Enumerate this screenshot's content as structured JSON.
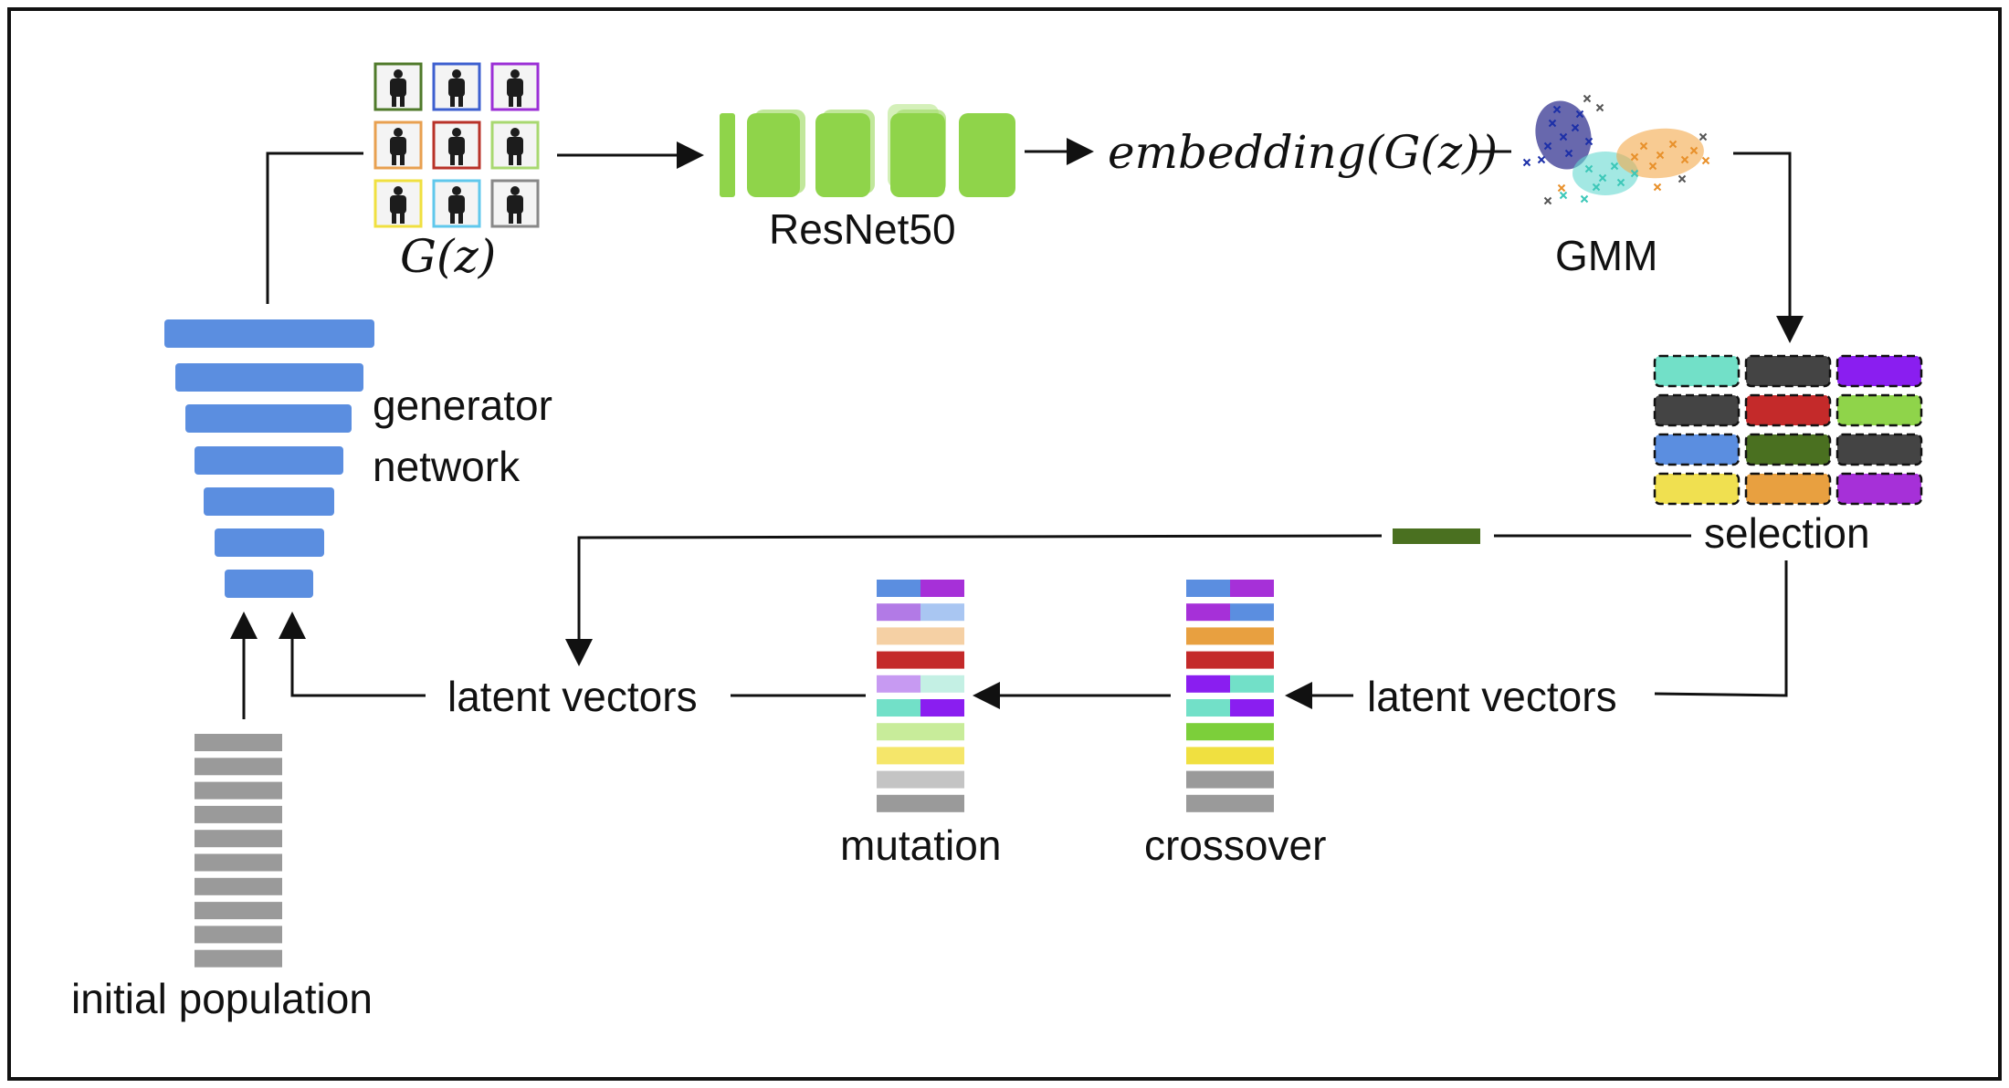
{
  "labels": {
    "g_of_z": "G(z)",
    "resnet": "ResNet50",
    "embedding_word": "embedding",
    "embedding_args": "(G(z))",
    "gmm": "GMM",
    "selection": "selection",
    "generator": "generator",
    "network": "network",
    "latent_left": "latent vectors",
    "latent_right": "latent vectors",
    "mutation": "mutation",
    "crossover": "crossover",
    "initial_population": "initial population"
  },
  "colors": {
    "generator_blue": "#5b8ee0",
    "resnet_green": "#8fd44a",
    "population_gray": "#9a9a9a",
    "selected_vector": "#4a7020",
    "gmm_dark": "#2e2e8e",
    "gmm_cyan": "#66d9d0",
    "gmm_orange": "#f3a84a"
  },
  "thumbnail_frame_colors": [
    "#4f7a2a",
    "#3d5fcf",
    "#9b2fd6",
    "#e8a050",
    "#b83228",
    "#a8d870",
    "#f0e040",
    "#60c8ec",
    "#888888"
  ],
  "selection_grid_colors": [
    "#72e0c8",
    "#444444",
    "#8a1ef0",
    "#444444",
    "#c42a2a",
    "#8fd44a",
    "#5b8ee0",
    "#4a7020",
    "#444444",
    "#f0e050",
    "#e8a040",
    "#a630d8"
  ],
  "mutation_rows": [
    [
      "#5b8ee0",
      "#a630d8"
    ],
    [
      "#b27ae6",
      "#a9c6f2"
    ],
    [
      "#f5d0a4"
    ],
    [
      "#c42a2a"
    ],
    [
      "#c79af2",
      "#c4f0e4"
    ],
    [
      "#72e0c8",
      "#8a1ef0"
    ],
    [
      "#c8ec9a"
    ],
    [
      "#f5e66a"
    ],
    [
      "#c4c4c4"
    ],
    [
      "#9a9a9a"
    ]
  ],
  "crossover_rows": [
    [
      "#5b8ee0",
      "#a630d8"
    ],
    [
      "#a630d8",
      "#5b8ee0"
    ],
    [
      "#e8a040"
    ],
    [
      "#c42a2a"
    ],
    [
      "#8a1ef0",
      "#72e0c8"
    ],
    [
      "#72e0c8",
      "#8a1ef0"
    ],
    [
      "#7ccf3a"
    ],
    [
      "#f0e040"
    ],
    [
      "#9a9a9a"
    ],
    [
      "#9a9a9a"
    ]
  ]
}
